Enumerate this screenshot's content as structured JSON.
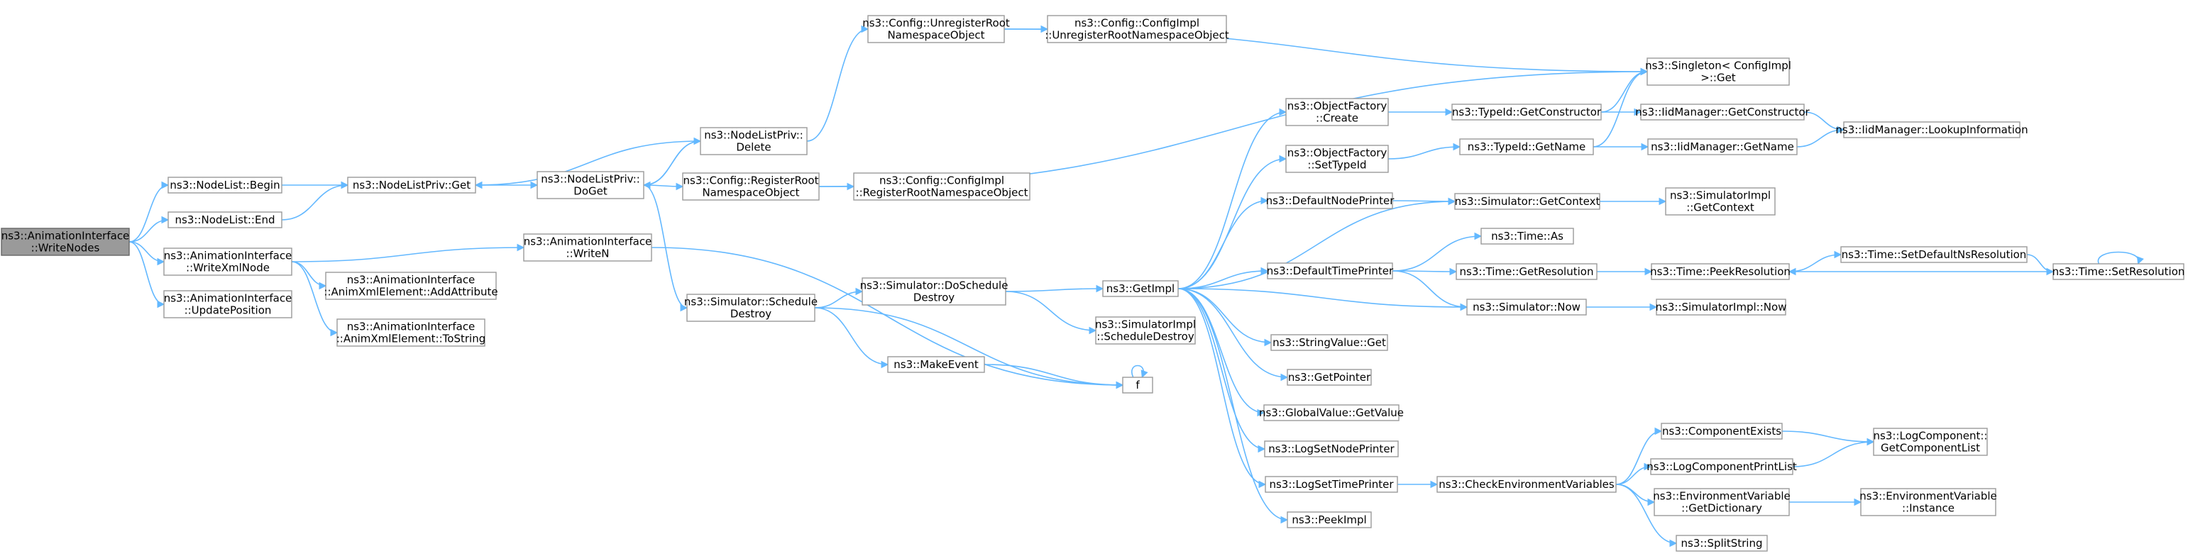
{
  "colors": {
    "edge": "#63b8ff",
    "node_border": "#9a9a9a",
    "root_fill": "#9a9a9a"
  },
  "nodes": [
    {
      "id": "root",
      "lines": [
        "ns3::AnimationInterface",
        "::WriteNodes"
      ],
      "root": true
    },
    {
      "id": "nl_begin",
      "lines": [
        "ns3::NodeList::Begin"
      ]
    },
    {
      "id": "nl_end",
      "lines": [
        "ns3::NodeList::End"
      ]
    },
    {
      "id": "ai_writexmlnode",
      "lines": [
        "ns3::AnimationInterface",
        "::WriteXmlNode"
      ]
    },
    {
      "id": "ai_updatepos",
      "lines": [
        "ns3::AnimationInterface",
        "::UpdatePosition"
      ]
    },
    {
      "id": "nlp_get",
      "lines": [
        "ns3::NodeListPriv::Get"
      ]
    },
    {
      "id": "nlp_doget",
      "lines": [
        "ns3::NodeListPriv::",
        "DoGet"
      ]
    },
    {
      "id": "nlp_delete",
      "lines": [
        "ns3::NodeListPriv::",
        "Delete"
      ]
    },
    {
      "id": "ai_writen",
      "lines": [
        "ns3::AnimationInterface",
        "::WriteN"
      ]
    },
    {
      "id": "ax_addattr",
      "lines": [
        "ns3::AnimationInterface",
        "::AnimXmlElement::AddAttribute"
      ]
    },
    {
      "id": "ax_tostring",
      "lines": [
        "ns3::AnimationInterface",
        "::AnimXmlElement::ToString"
      ]
    },
    {
      "id": "cfg_unreg",
      "lines": [
        "ns3::Config::UnregisterRoot",
        "NamespaceObject"
      ]
    },
    {
      "id": "cfg_reg",
      "lines": [
        "ns3::Config::RegisterRoot",
        "NamespaceObject"
      ]
    },
    {
      "id": "sim_schedule_destroy",
      "lines": [
        "ns3::Simulator::Schedule",
        "Destroy"
      ]
    },
    {
      "id": "cfgimpl_unreg",
      "lines": [
        "ns3::Config::ConfigImpl",
        "::UnregisterRootNamespaceObject"
      ]
    },
    {
      "id": "cfgimpl_reg",
      "lines": [
        "ns3::Config::ConfigImpl",
        "::RegisterRootNamespaceObject"
      ]
    },
    {
      "id": "sim_doschedule_destroy",
      "lines": [
        "ns3::Simulator::DoSchedule",
        "Destroy"
      ]
    },
    {
      "id": "makeevent",
      "lines": [
        "ns3::MakeEvent"
      ]
    },
    {
      "id": "simimpl_scheddestroy",
      "lines": [
        "ns3::SimulatorImpl",
        "::ScheduleDestroy"
      ]
    },
    {
      "id": "getimpl",
      "lines": [
        "ns3::GetImpl"
      ]
    },
    {
      "id": "f",
      "lines": [
        "f"
      ]
    },
    {
      "id": "of_create",
      "lines": [
        "ns3::ObjectFactory",
        "::Create"
      ]
    },
    {
      "id": "of_settypeid",
      "lines": [
        "ns3::ObjectFactory",
        "::SetTypeId"
      ]
    },
    {
      "id": "defnodeprinter",
      "lines": [
        "ns3::DefaultNodePrinter"
      ]
    },
    {
      "id": "deftimeprinter",
      "lines": [
        "ns3::DefaultTimePrinter"
      ]
    },
    {
      "id": "stringvalue_get",
      "lines": [
        "ns3::StringValue::Get"
      ]
    },
    {
      "id": "getpointer",
      "lines": [
        "ns3::GetPointer"
      ]
    },
    {
      "id": "gv_getvalue",
      "lines": [
        "ns3::GlobalValue::GetValue"
      ]
    },
    {
      "id": "logsetnodeprinter",
      "lines": [
        "ns3::LogSetNodePrinter"
      ]
    },
    {
      "id": "logsettimeprinter",
      "lines": [
        "ns3::LogSetTimePrinter"
      ]
    },
    {
      "id": "peekimpl",
      "lines": [
        "ns3::PeekImpl"
      ]
    },
    {
      "id": "typeid_getctor",
      "lines": [
        "ns3::TypeId::GetConstructor"
      ]
    },
    {
      "id": "typeid_getname",
      "lines": [
        "ns3::TypeId::GetName"
      ]
    },
    {
      "id": "sim_getcontext",
      "lines": [
        "ns3::Simulator::GetContext"
      ]
    },
    {
      "id": "time_as",
      "lines": [
        "ns3::Time::As"
      ]
    },
    {
      "id": "time_getres",
      "lines": [
        "ns3::Time::GetResolution"
      ]
    },
    {
      "id": "sim_now",
      "lines": [
        "ns3::Simulator::Now"
      ]
    },
    {
      "id": "checkenv",
      "lines": [
        "ns3::CheckEnvironmentVariables"
      ]
    },
    {
      "id": "singleton_get",
      "lines": [
        "ns3::Singleton< ConfigImpl",
        ">::Get"
      ]
    },
    {
      "id": "iid_getctor",
      "lines": [
        "ns3::IidManager::GetConstructor"
      ]
    },
    {
      "id": "iid_getname",
      "lines": [
        "ns3::IidManager::GetName"
      ]
    },
    {
      "id": "simimpl_getcontext",
      "lines": [
        "ns3::SimulatorImpl",
        "::GetContext"
      ]
    },
    {
      "id": "time_peekres",
      "lines": [
        "ns3::Time::PeekResolution"
      ]
    },
    {
      "id": "simimpl_now",
      "lines": [
        "ns3::SimulatorImpl::Now"
      ]
    },
    {
      "id": "compexists",
      "lines": [
        "ns3::ComponentExists"
      ]
    },
    {
      "id": "logcompprintlist",
      "lines": [
        "ns3::LogComponentPrintList"
      ]
    },
    {
      "id": "envvar_getdict",
      "lines": [
        "ns3::EnvironmentVariable",
        "::GetDictionary"
      ]
    },
    {
      "id": "splitstring",
      "lines": [
        "ns3::SplitString"
      ]
    },
    {
      "id": "iid_lookup",
      "lines": [
        "ns3::IidManager::LookupInformation"
      ]
    },
    {
      "id": "time_setdefaultns",
      "lines": [
        "ns3::Time::SetDefaultNsResolution"
      ]
    },
    {
      "id": "time_setres",
      "lines": [
        "ns3::Time::SetResolution"
      ]
    },
    {
      "id": "logcomp_getlist",
      "lines": [
        "ns3::LogComponent::",
        "GetComponentList"
      ]
    },
    {
      "id": "envvar_instance",
      "lines": [
        "ns3::EnvironmentVariable",
        "::Instance"
      ]
    }
  ],
  "edges": [
    [
      "root",
      "nl_begin"
    ],
    [
      "root",
      "nl_end"
    ],
    [
      "root",
      "ai_writexmlnode"
    ],
    [
      "root",
      "ai_updatepos"
    ],
    [
      "nl_begin",
      "nlp_get"
    ],
    [
      "nl_end",
      "nlp_get"
    ],
    [
      "nlp_get",
      "nlp_doget"
    ],
    [
      "nlp_doget",
      "nlp_delete"
    ],
    [
      "nlp_delete",
      "nlp_doget"
    ],
    [
      "nlp_delete",
      "nlp_get"
    ],
    [
      "nlp_doget",
      "cfg_reg"
    ],
    [
      "nlp_doget",
      "sim_schedule_destroy"
    ],
    [
      "nlp_delete",
      "cfg_unreg"
    ],
    [
      "cfg_unreg",
      "cfgimpl_unreg"
    ],
    [
      "cfg_unreg",
      "singleton_get"
    ],
    [
      "cfg_reg",
      "cfgimpl_reg"
    ],
    [
      "cfg_reg",
      "singleton_get"
    ],
    [
      "ai_writexmlnode",
      "ai_writen"
    ],
    [
      "ai_writexmlnode",
      "ax_addattr"
    ],
    [
      "ai_writexmlnode",
      "ax_tostring"
    ],
    [
      "ai_writen",
      "f"
    ],
    [
      "sim_schedule_destroy",
      "sim_doschedule_destroy"
    ],
    [
      "sim_schedule_destroy",
      "makeevent"
    ],
    [
      "sim_schedule_destroy",
      "f"
    ],
    [
      "makeevent",
      "f"
    ],
    [
      "f",
      "f"
    ],
    [
      "sim_doschedule_destroy",
      "getimpl"
    ],
    [
      "sim_doschedule_destroy",
      "simimpl_scheddestroy"
    ],
    [
      "getimpl",
      "of_create"
    ],
    [
      "getimpl",
      "of_settypeid"
    ],
    [
      "getimpl",
      "defnodeprinter"
    ],
    [
      "getimpl",
      "deftimeprinter"
    ],
    [
      "getimpl",
      "stringvalue_get"
    ],
    [
      "getimpl",
      "getpointer"
    ],
    [
      "getimpl",
      "gv_getvalue"
    ],
    [
      "getimpl",
      "logsetnodeprinter"
    ],
    [
      "getimpl",
      "logsettimeprinter"
    ],
    [
      "getimpl",
      "peekimpl"
    ],
    [
      "getimpl",
      "sim_getcontext"
    ],
    [
      "getimpl",
      "sim_now"
    ],
    [
      "of_create",
      "typeid_getctor"
    ],
    [
      "of_settypeid",
      "typeid_getname"
    ],
    [
      "defnodeprinter",
      "sim_getcontext"
    ],
    [
      "deftimeprinter",
      "time_as"
    ],
    [
      "deftimeprinter",
      "time_getres"
    ],
    [
      "deftimeprinter",
      "sim_now"
    ],
    [
      "logsettimeprinter",
      "checkenv"
    ],
    [
      "typeid_getctor",
      "singleton_get"
    ],
    [
      "typeid_getctor",
      "iid_getctor"
    ],
    [
      "typeid_getname",
      "singleton_get"
    ],
    [
      "typeid_getname",
      "iid_getname"
    ],
    [
      "iid_getctor",
      "iid_lookup"
    ],
    [
      "iid_getname",
      "iid_lookup"
    ],
    [
      "sim_getcontext",
      "simimpl_getcontext"
    ],
    [
      "time_getres",
      "time_peekres"
    ],
    [
      "sim_now",
      "simimpl_now"
    ],
    [
      "time_peekres",
      "time_setdefaultns"
    ],
    [
      "time_setdefaultns",
      "time_setres"
    ],
    [
      "time_setres",
      "time_peekres"
    ],
    [
      "time_setres",
      "time_setres"
    ],
    [
      "checkenv",
      "compexists"
    ],
    [
      "checkenv",
      "logcompprintlist"
    ],
    [
      "checkenv",
      "envvar_getdict"
    ],
    [
      "checkenv",
      "splitstring"
    ],
    [
      "compexists",
      "logcomp_getlist"
    ],
    [
      "logcompprintlist",
      "logcomp_getlist"
    ],
    [
      "envvar_getdict",
      "envvar_instance"
    ]
  ]
}
